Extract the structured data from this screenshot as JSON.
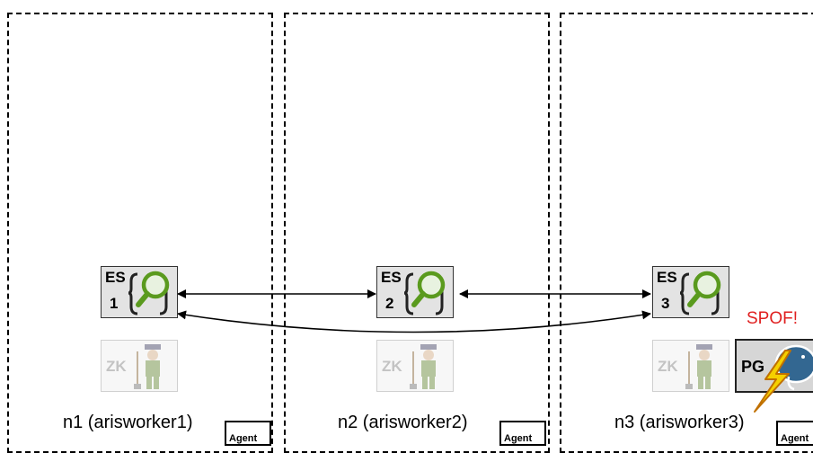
{
  "nodes": [
    {
      "label": "n1 (arisworker1)",
      "agent": "Agent",
      "es_label": "ES",
      "es_num": "1",
      "zk_label": "ZK"
    },
    {
      "label": "n2 (arisworker2)",
      "agent": "Agent",
      "es_label": "ES",
      "es_num": "2",
      "zk_label": "ZK"
    },
    {
      "label": "n3 (arisworker3)",
      "agent": "Agent",
      "es_label": "ES",
      "es_num": "3",
      "zk_label": "ZK"
    }
  ],
  "pg": {
    "label": "PG"
  },
  "spof": {
    "text": "SPOF!",
    "color": "#e02020"
  },
  "icons": {
    "es": "magnifier-braces-icon",
    "zk": "zookeeper-icon",
    "pg": "postgres-elephant-icon",
    "fault": "lightning-bolt-icon"
  },
  "colors": {
    "es_bg": "#e3e3e3",
    "magnifier": "#5a9a1e",
    "lightning": "#f5d000"
  }
}
